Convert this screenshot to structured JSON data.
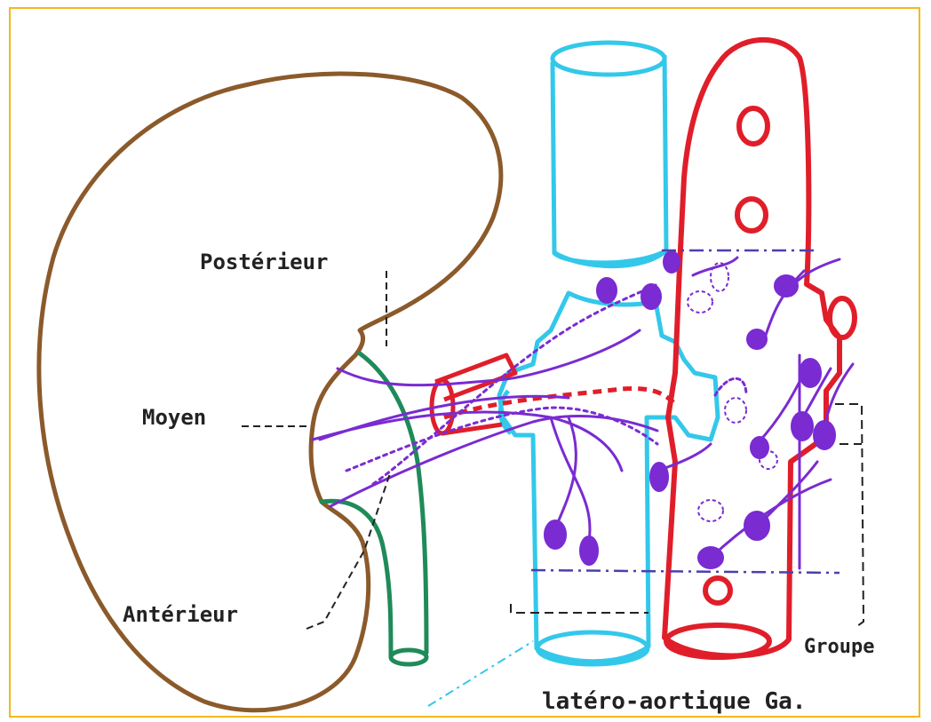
{
  "labels": {
    "posterior": "Postérieur",
    "middle": "Moyen",
    "anterior": "Antérieur",
    "group_line1": "Groupe",
    "group_line2": "latéro-aortique Ga."
  },
  "colors": {
    "kidney": "#8b5a2b",
    "ureter": "#1f8a5a",
    "vena_cava": "#33c8ea",
    "aorta": "#e01e2a",
    "renal_artery": "#e01e2a",
    "lymphatics": "#7a2bd1",
    "leader": "#222222",
    "frame": "#f5b81c"
  }
}
